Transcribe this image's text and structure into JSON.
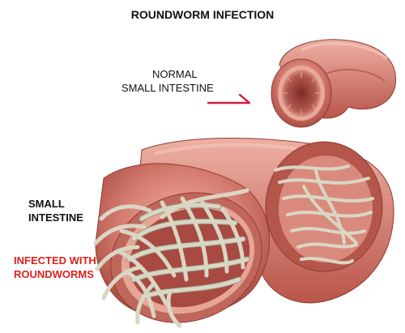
{
  "title": "ROUNDWORM INFECTION",
  "labels": {
    "normal_line1": "NORMAL",
    "normal_line2": "SMALL INTESTINE",
    "small_line1": "SMALL",
    "small_line2": "INTESTINE",
    "infected_line1": "INFECTED WITH",
    "infected_line2": "ROUNDWORMS"
  },
  "colors": {
    "tissue": "#d4796e",
    "tissue_dark": "#9c3f38",
    "tissue_light": "#efb3a6",
    "worm": "#d9d6c4",
    "worm_edge": "#9a9784",
    "pointer": "#d21f3c",
    "infected_text": "#e0201c"
  }
}
